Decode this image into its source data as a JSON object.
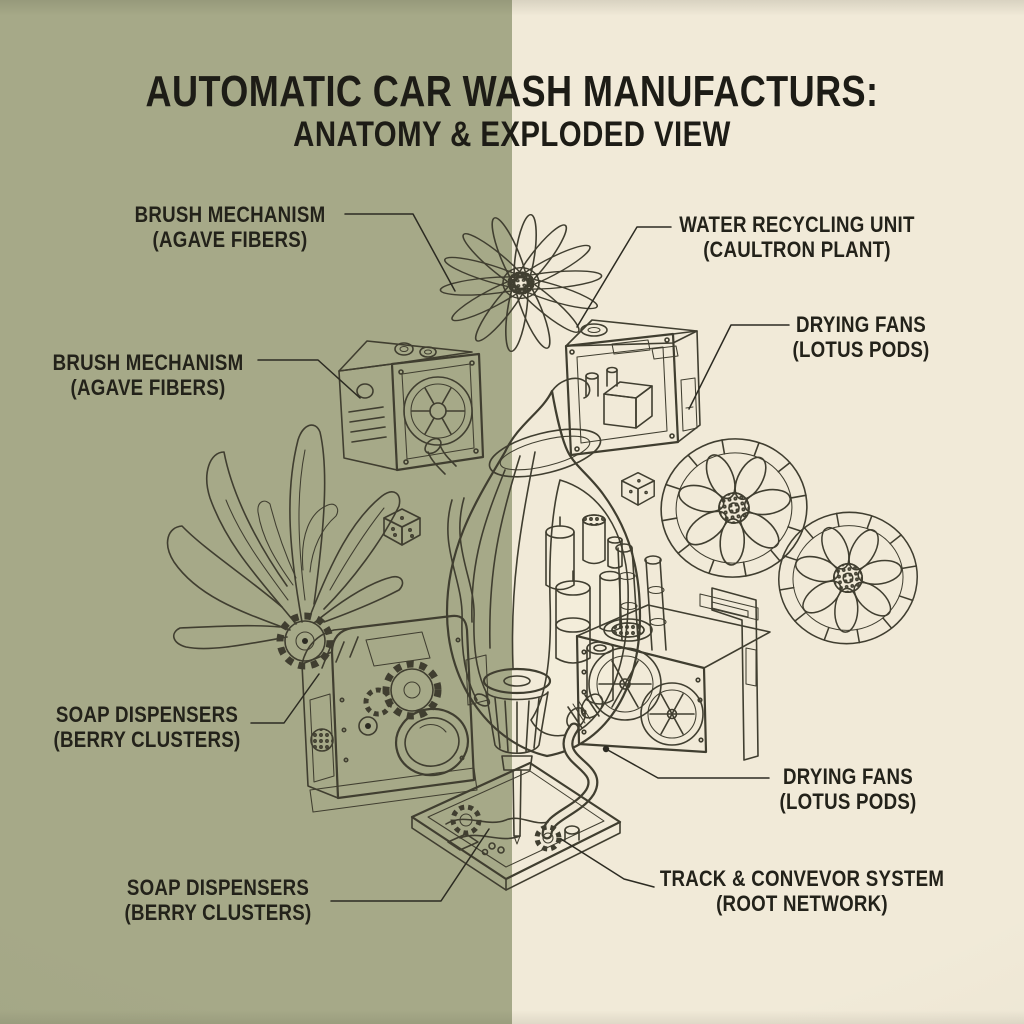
{
  "title": {
    "line1": "AUTOMATIC CAR WASH MANUFACTURS:",
    "line2": "ANATOMY & EXPLODED VIEW"
  },
  "labels": [
    {
      "id": "brush-mechanism-top",
      "line1": "BRUSH MECHANISM",
      "line2": "(AGAVE FIBERS)"
    },
    {
      "id": "water-recycling-unit",
      "line1": "WATER RECYCLING UNIT",
      "line2": "(CAULTRON PLANT)"
    },
    {
      "id": "drying-fans-top",
      "line1": "DRYING FANS",
      "line2": "(LOTUS PODS)"
    },
    {
      "id": "brush-mechanism-left",
      "line1": "BRUSH MECHANISM",
      "line2": "(AGAVE FIBERS)"
    },
    {
      "id": "soap-dispensers-left",
      "line1": "SOAP DISPENSERS",
      "line2": "(BERRY CLUSTERS)"
    },
    {
      "id": "soap-dispensers-bottom",
      "line1": "SOAP DISPENSERS",
      "line2": "(BERRY CLUSTERS)"
    },
    {
      "id": "drying-fans-bottom",
      "line1": "DRYING FANS",
      "line2": "(LOTUS PODS)"
    },
    {
      "id": "track-conveyor-system",
      "line1": "TRACK & CONVEVOR SYSTEM",
      "line2": "(ROOT NETWORK)"
    }
  ],
  "palette": {
    "left_background": "#a6a988",
    "right_background": "#f1ead8",
    "line_ink": "#403e30",
    "text_ink": "#23221a"
  },
  "illustration": {
    "parts": [
      "daisy-flower-brush",
      "brush-mechanism-box",
      "water-recycling-unit-box",
      "teardrop-vessel-with-canisters",
      "agave-leaf-plume",
      "soap-dispenser-machine",
      "lotus-drying-fan-1",
      "lotus-drying-fan-2",
      "pump-cart-with-bamboo-pipes",
      "funnel-plunger",
      "hose-with-nozzle",
      "root-conveyor-tray",
      "small-cube-left",
      "small-cube-right"
    ]
  }
}
